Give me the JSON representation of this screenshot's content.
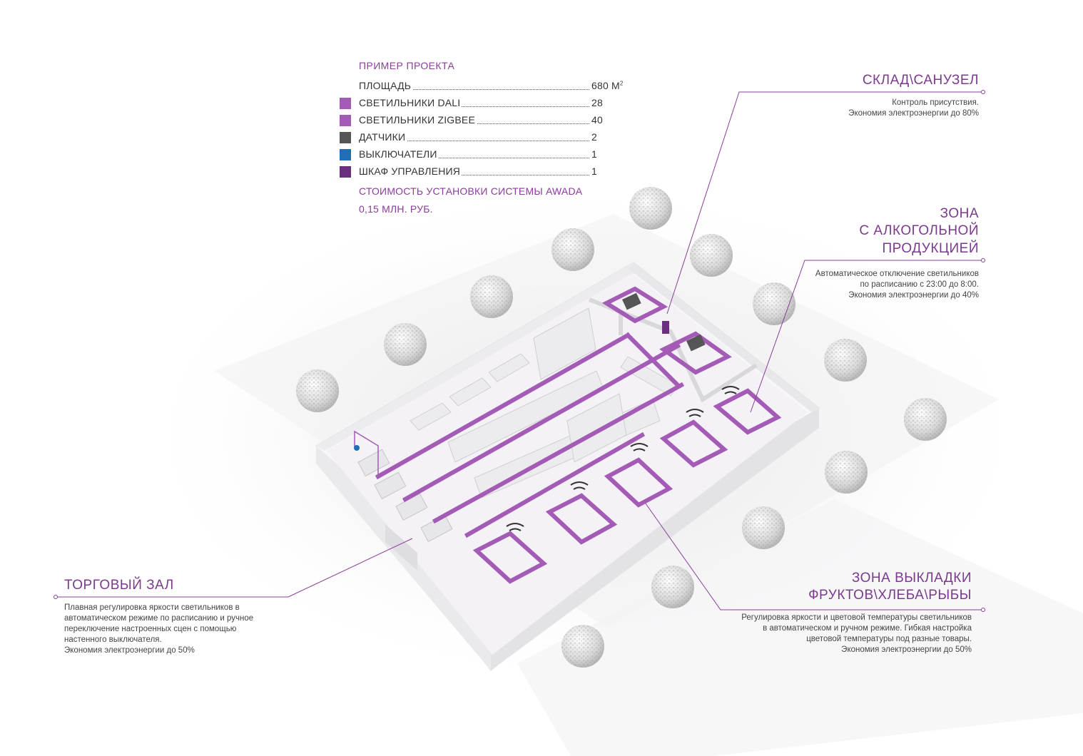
{
  "legend": {
    "heading": "ПРИМЕР ПРОЕКТА",
    "rows": [
      {
        "label": "ПЛОЩАДЬ",
        "value": "680 М",
        "sup": "2",
        "color": ""
      },
      {
        "label": "СВЕТИЛЬНИКИ DALI",
        "value": "28",
        "sup": "",
        "color": "#a35bb5"
      },
      {
        "label": "СВЕТИЛЬНИКИ ZIGBEE",
        "value": "40",
        "sup": "",
        "color": "#a35bb5"
      },
      {
        "label": "ДАТЧИКИ",
        "value": "2",
        "sup": "",
        "color": "#555555"
      },
      {
        "label": "ВЫКЛЮЧАТЕЛИ",
        "value": "1",
        "sup": "",
        "color": "#1f6fb8"
      },
      {
        "label": "ШКАФ УПРАВЛЕНИЯ",
        "value": "1",
        "sup": "",
        "color": "#6b2f80"
      }
    ],
    "cost_title": "СТОИМОСТЬ УСТАНОВКИ СИСТЕМЫ AWADA",
    "cost_value": "0,15 МЛН. РУБ."
  },
  "zones": {
    "storage": {
      "title": "СКЛАД\\САНУЗЕЛ",
      "desc_1": "Контроль присутствия.",
      "desc_2": "Экономия электроэнергии до 80%"
    },
    "alcohol": {
      "title_1": "ЗОНА",
      "title_2": "С АЛКОГОЛЬНОЙ",
      "title_3": "ПРОДУКЦИЕЙ",
      "desc_1": "Автоматическое отключение светильников",
      "desc_2": "по расписанию с 23:00 до 8:00.",
      "desc_3": "Экономия электроэнергии до 40%"
    },
    "sales": {
      "title": "ТОРГОВЫЙ ЗАЛ",
      "desc_1": "Плавная регулировка яркости светильников в",
      "desc_2": "автоматическом режиме по расписанию и ручное",
      "desc_3": "переключение настроенных сцен с помощью",
      "desc_4": "настенного выключателя.",
      "desc_5": "Экономия электроэнергии до 50%"
    },
    "fresh": {
      "title_1": "ЗОНА ВЫКЛАДКИ",
      "title_2": "ФРУКТОВ\\ХЛЕБА\\РЫБЫ",
      "desc_1": "Регулировка яркости и цветовой температуры светильников",
      "desc_2": "в автоматическом и ручном режиме. Гибкая настройка",
      "desc_3": "цветовой температуры под разные товары.",
      "desc_4": "Экономия электроэнергии до 50%"
    }
  },
  "colors": {
    "accent": "#8a3d9a",
    "dali": "#a35bb5",
    "sensor": "#555555",
    "switch": "#1f6fb8",
    "cabinet": "#6b2f80"
  }
}
